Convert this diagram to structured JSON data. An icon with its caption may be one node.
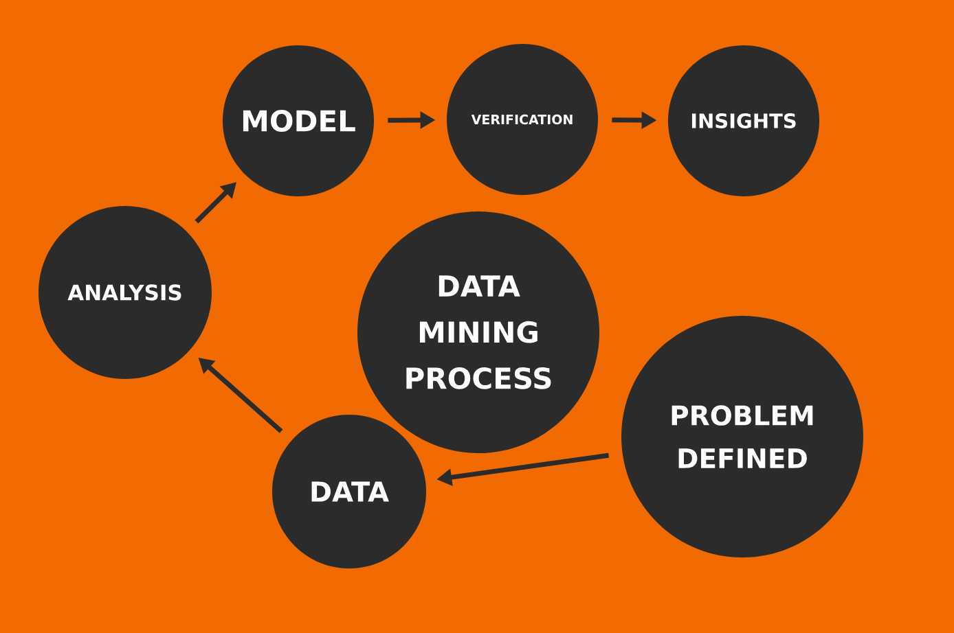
{
  "diagram": {
    "nodes": [
      {
        "text": [
          "MODEL"
        ]
      },
      {
        "text": [
          "VERIFICATION"
        ]
      },
      {
        "text": [
          "INSIGHTS"
        ]
      },
      {
        "text": [
          "ANALYSIS"
        ]
      },
      {
        "text": [
          "DATA MINING PROCESS"
        ]
      },
      {
        "text": [
          "PROBLEM DEFINED"
        ]
      },
      {
        "text": [
          "DATA"
        ]
      }
    ],
    "edges": [
      {
        "from": 3,
        "to": 0,
        "arrow": "to"
      },
      {
        "from": 0,
        "to": 1,
        "arrow": "to"
      },
      {
        "from": 1,
        "to": 2,
        "arrow": "to"
      },
      {
        "from": 6,
        "to": 3,
        "arrow": "to"
      },
      {
        "from": 5,
        "to": 6,
        "arrow": "to"
      }
    ]
  }
}
